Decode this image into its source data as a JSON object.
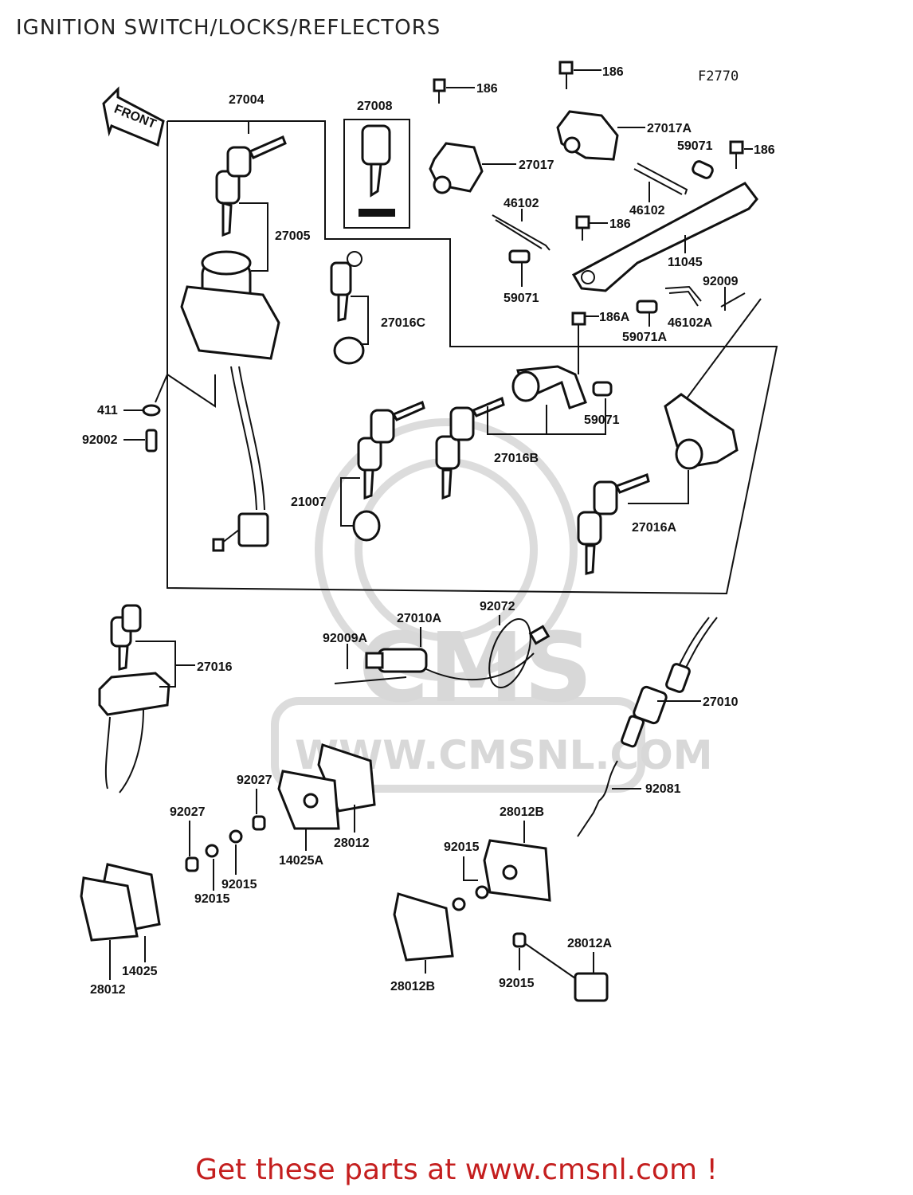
{
  "header": {
    "title": "IGNITION SWITCH/LOCKS/REFLECTORS"
  },
  "diagram": {
    "ref_code": "F2770",
    "front_label": "FRONT",
    "watermark_text": "WWW.CMSNL.COM",
    "watermark_logo": "CMS",
    "labels": [
      "27004",
      "27008",
      "27005",
      "27016C",
      "411",
      "92002",
      "186",
      "186",
      "186",
      "186",
      "27017",
      "27017A",
      "59071",
      "46102",
      "46102",
      "11045",
      "59071",
      "92009",
      "46102A",
      "186A",
      "59071A",
      "59071",
      "27016B",
      "21007",
      "27016A",
      "27016",
      "27010A",
      "92072",
      "92009A",
      "27010",
      "92081",
      "92027",
      "92027",
      "28012",
      "14025A",
      "92015",
      "92015",
      "28012B",
      "92015",
      "14025",
      "28012",
      "28012B",
      "28012A",
      "92015"
    ]
  },
  "footer": {
    "promo": "Get these parts at www.cmsnl.com !"
  },
  "colors": {
    "promo": "#c41e1e",
    "ink": "#111111",
    "watermark": "#d8d8d8"
  }
}
